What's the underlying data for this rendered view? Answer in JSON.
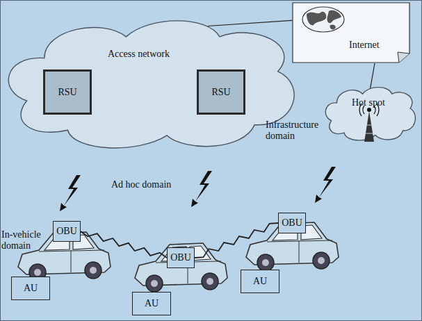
{
  "diagram": {
    "nodes": [
      {
        "text": [
          "Access network"
        ]
      },
      {
        "text": [
          "RSU"
        ],
        "in": 0
      },
      {
        "text": [
          "RSU"
        ],
        "in": 0
      },
      {
        "text": [
          "Internet"
        ]
      },
      {
        "text": [
          "Hot spot"
        ]
      },
      {
        "text": [
          "OBU"
        ]
      },
      {
        "text": [
          "AU"
        ]
      },
      {
        "text": [
          "OBU"
        ]
      },
      {
        "text": [
          "AU"
        ]
      },
      {
        "text": [
          "OBU"
        ]
      },
      {
        "text": [
          "AU"
        ]
      }
    ],
    "edges": [
      {
        "from": 3,
        "to": 0,
        "arrow": "none"
      },
      {
        "from": 3,
        "to": 4,
        "arrow": "none"
      },
      {
        "from": 5,
        "to": 7,
        "arrow": "none"
      },
      {
        "from": 7,
        "to": 9,
        "arrow": "none"
      }
    ],
    "labels": [
      "Infrastructure domain",
      "Ad hoc domain",
      "In-vehicle domain"
    ]
  }
}
